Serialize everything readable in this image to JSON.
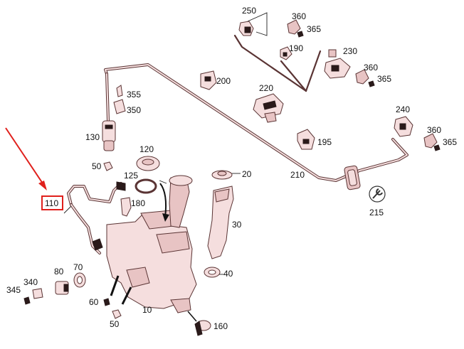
{
  "diagram": {
    "highlight_color": "#e0201c",
    "part_fill_color": "#f5dede",
    "part_stroke_color": "#5a3434",
    "labels": {
      "p10": "10",
      "p20": "20",
      "p30": "30",
      "p40": "40",
      "p50a": "50",
      "p50b": "50",
      "p60": "60",
      "p70": "70",
      "p80": "80",
      "p110": "110",
      "p120": "120",
      "p125": "125",
      "p130": "130",
      "p160": "160",
      "p180": "180",
      "p190": "190",
      "p195": "195",
      "p200": "200",
      "p210": "210",
      "p215": "215",
      "p220": "220",
      "p230": "230",
      "p240": "240",
      "p250": "250",
      "p340": "340",
      "p345": "345",
      "p350": "350",
      "p355": "355",
      "p360a": "360",
      "p360b": "360",
      "p360c": "360",
      "p365a": "365",
      "p365b": "365",
      "p365c": "365"
    }
  }
}
